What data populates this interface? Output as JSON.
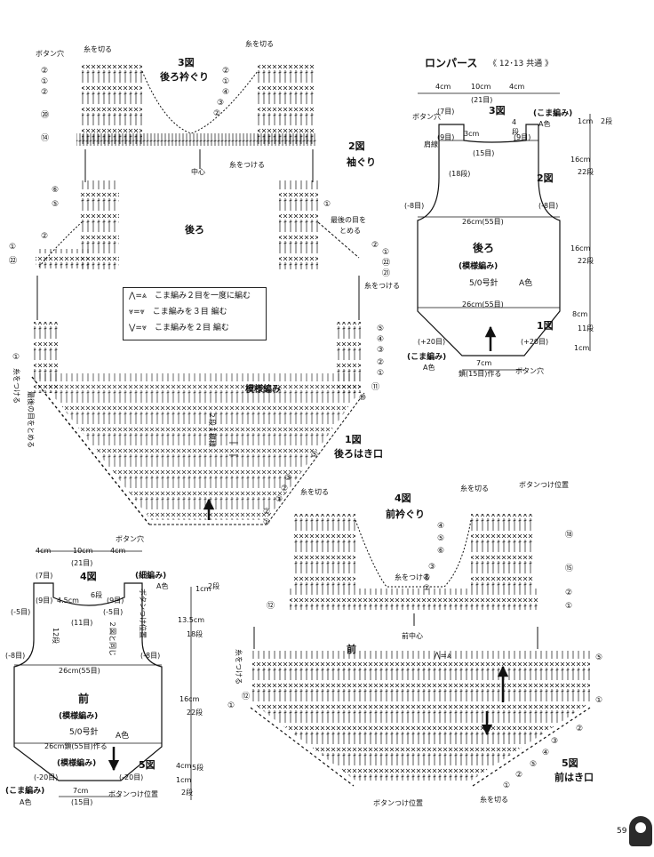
{
  "page_number": "59",
  "legend": {
    "items": [
      {
        "symbol": "⋀=⩓",
        "text": "こま編み２目を一度に編む"
      },
      {
        "symbol": "⩔=⩔",
        "text": "こま編みを３目 編む"
      },
      {
        "symbol": "⋁=⩔",
        "text": "こま編みを２目 編む"
      }
    ]
  },
  "back": {
    "fig3_label": "3図",
    "fig3_title": "後ろ衿ぐり",
    "fig2_label": "2図",
    "fig2_title": "袖ぐり",
    "fig1_label": "1図",
    "fig1_title": "後ろはき口",
    "body_label": "後ろ",
    "pattern_label": "模様編み",
    "center_label": "中心",
    "yarn_cut_left": "糸を切る",
    "yarn_cut_right": "糸を切る",
    "buttonhole": "ボタン穴",
    "attach_yarn": "糸をつける",
    "attach_yarn_right": "糸をつける",
    "attach_yarn_side": "糸をつける",
    "last_st_right": "最後の目を",
    "last_st_right2": "とめる",
    "last_st_left": "最後の目をとめる",
    "repeat_label": "２段１模様",
    "buttonhole_bottom": "ボタン穴",
    "left_rows": [
      "②",
      "①",
      "②",
      "⑳",
      "⑭",
      "⑥",
      "⑤",
      "②",
      "①",
      "㉒",
      "①"
    ],
    "right_rows": [
      "②",
      "①",
      "④",
      "③",
      "②",
      "①",
      "②",
      "①",
      "㉒",
      "㉑",
      "⑤",
      "④",
      "③",
      "②",
      "①",
      "⑪",
      "⑩",
      "⑤",
      "③",
      "②",
      "①",
      "②",
      "①"
    ]
  },
  "romper": {
    "title": "ロンパース",
    "sizes": "《 12･13 共通 》",
    "w_left": "4cm",
    "w_mid": "10cm",
    "w_right": "4cm",
    "w_mid_sts": "(21目)",
    "left_7": "(7目)",
    "fig3": "3図",
    "edge": "(こま編み)",
    "color_a": "A色",
    "buttonhole": "ボタン穴",
    "row_4": "4",
    "row_4b": "段",
    "h_3cm": "3cm",
    "nine_l": "(9目)",
    "nine_r": "(9目)",
    "fifteen": "(15目)",
    "shoulder": "肩線",
    "rows18": "(18段)",
    "fig2": "2図",
    "minus8_l": "(-8目)",
    "minus8_r": "(-8目)",
    "w_26_top": "26cm(55目)",
    "body": "後ろ",
    "pattern": "(模様編み)",
    "needle": "5/0号針",
    "color": "A色",
    "w_26_bot": "26cm(55目)",
    "fig1": "1図",
    "plus20_l": "(+20目)",
    "plus20_r": "(+20目)",
    "bottom_edge": "(こま編み)",
    "bottom_color": "A色",
    "w_7cm": "7cm",
    "chain": "鎖(15目)作る",
    "bottom_buttonhole": "ボタン穴",
    "right_dims": [
      "1cm",
      "2段",
      "16cm",
      "22段",
      "16cm",
      "22段",
      "8cm",
      "11段",
      "1cm"
    ]
  },
  "front_sched": {
    "w_left": "4cm",
    "w_mid": "10cm",
    "w_right": "4cm",
    "w_mid_sts": "(21目)",
    "left_7": "(7目)",
    "fig4": "4図",
    "edge": "(細編み)",
    "color_a": "A色",
    "nine_l": "(9目)",
    "w_45": "4.5cm",
    "six": "6段",
    "nine_r": "(9目)",
    "eleven": "(11目)",
    "minus5_l": "(-5目)",
    "minus5_r": "(-5目)",
    "button_pos": "ボタンつけ位置",
    "twelve": "12段",
    "same2": "２図と同じ",
    "minus8_l": "(-8目)",
    "minus8_r": "(-8目)",
    "w_26": "26cm(55目)",
    "body": "前",
    "pattern": "(模様編み)",
    "needle": "5/0号針",
    "color": "A色",
    "chain_26": "26cm鎖(55目)作る",
    "pattern2": "(模様編み)",
    "fig5": "5図",
    "minus20_l": "(-20目)",
    "minus20_r": "(-20目)",
    "edge_b": "(こま編み)",
    "color_b": "A色",
    "w_7": "7cm",
    "fifteen": "(15目)",
    "button_pos_b": "ボタンつけ位置",
    "dims": [
      "1cm",
      "2段",
      "13.5cm",
      "18段",
      "16cm",
      "22段",
      "4cm",
      "5段",
      "1cm",
      "2段"
    ]
  },
  "front": {
    "fig4_label": "4図",
    "fig4_title": "前衿ぐり",
    "fig5_label": "5図",
    "fig5_title": "前はき口",
    "yarn_cut_left": "糸を切る",
    "yarn_cut_right": "糸を切る",
    "button_pos": "ボタンつけ位置",
    "attach_mid": "糸をつける",
    "center": "前中心",
    "body": "前",
    "symbol": "⋀=⩓",
    "attach_left": "糸をつける",
    "button_pos_bottom": "ボタンつけ位置",
    "yarn_cut_bottom": "糸を切る",
    "right_rows": [
      "⑱",
      "⑮",
      "②",
      "①",
      "⑤",
      "①",
      "②",
      "③",
      "④",
      "⑤",
      "②",
      "①"
    ],
    "left_rows": [
      "④",
      "⑤",
      "⑥",
      "⑫",
      "③",
      "②",
      "①",
      "⑫",
      "①"
    ]
  },
  "colors": {
    "ink": "#111111",
    "background": "#ffffff"
  }
}
